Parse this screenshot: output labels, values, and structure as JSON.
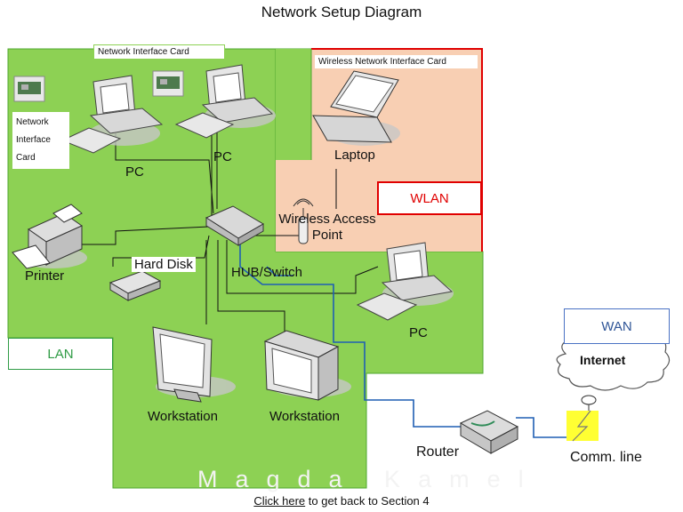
{
  "title": "Network Setup Diagram",
  "zones": {
    "lan": "LAN",
    "wlan": "WLAN",
    "wan": "WAN"
  },
  "labels": {
    "nic_top": "Network Interface Card",
    "nic_left": [
      "Network",
      "Interface",
      "Card"
    ],
    "wireless_nic": "Wireless Network Interface Card",
    "pc_left": "PC",
    "pc_mid": "PC",
    "pc_right": "PC",
    "laptop": "Laptop",
    "access_point": [
      "Wireless Access",
      "Point"
    ],
    "printer": "Printer",
    "hard_disk": "Hard Disk",
    "hub": "HUB/Switch",
    "workstation_1": "Workstation",
    "workstation_2": "Workstation",
    "router": "Router",
    "internet": "Internet",
    "comm_line": "Comm. line"
  },
  "watermark": "Magda Kamel",
  "footer": {
    "link": "Click here",
    "rest": " to get back to Section 4"
  },
  "colors": {
    "lan_fill": "#8dd154",
    "wlan_fill": "#f8cfb3",
    "wlan_border": "#e00000",
    "wan_border": "#4a72c4",
    "lan_label": "#2f9b45",
    "wlan_label": "#e00000",
    "wan_label": "#2f5597",
    "blue_line": "#1f5fb4"
  },
  "icons": [
    "pc-icon",
    "laptop-icon",
    "printer-icon",
    "hub-icon",
    "hard-disk-icon",
    "workstation-icon",
    "router-icon",
    "cloud-icon",
    "antenna-icon",
    "lightning-icon",
    "nic-card-icon"
  ]
}
